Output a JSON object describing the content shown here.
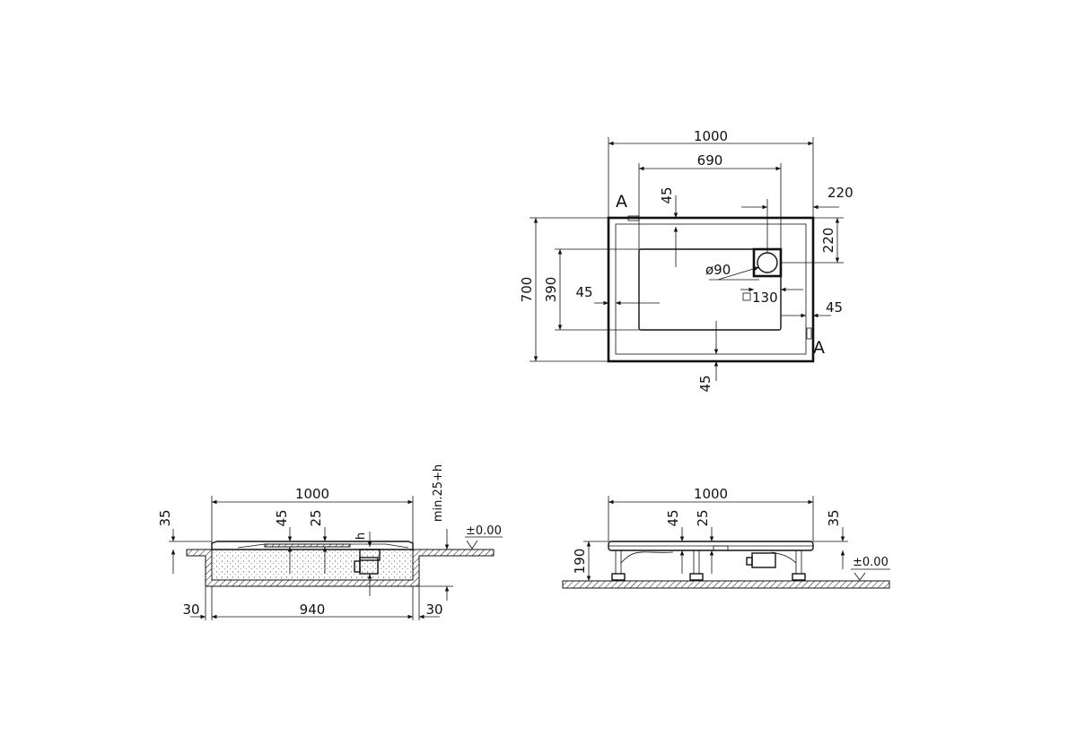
{
  "top_view": {
    "width": "1000",
    "inner_width": "690",
    "offset_top_right": "220",
    "offset_right": "220",
    "margin_top": "45",
    "height": "700",
    "inner_height": "390",
    "margin_left": "45",
    "drain_diameter": "ø90",
    "drain_square": "130",
    "margin_right": "45",
    "margin_bottom": "45",
    "section_mark_a": "A",
    "section_mark_b": "A"
  },
  "section_view": {
    "width": "1000",
    "inner_width": "940",
    "side_left": "30",
    "side_right": "30",
    "height": "35",
    "depth_a": "45",
    "depth_b": "25",
    "h_label": "h",
    "min_depth": "min.25+h",
    "level": "±0.00"
  },
  "side_view": {
    "width": "1000",
    "depth_a": "45",
    "depth_b": "25",
    "height": "35",
    "total_height": "190",
    "level": "±0.00"
  }
}
